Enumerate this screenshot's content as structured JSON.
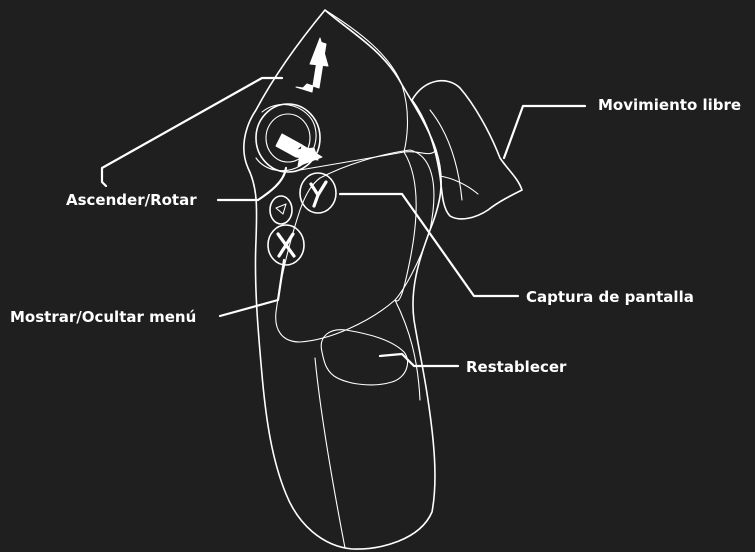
{
  "colors": {
    "background": "#1f1f1f",
    "line": "#ffffff",
    "text": "#ffffff"
  },
  "labels": {
    "free_movement": "Movimiento libre",
    "ascend_rotate": "Ascender/Rotar",
    "screenshot": "Captura de pantalla",
    "show_hide_menu": "Mostrar/Ocultar menú",
    "reset": "Restablecer"
  },
  "buttons": {
    "y": "Y",
    "x": "X"
  },
  "icons": {
    "up_arrow": "arrow-up-icon",
    "right_arrow": "arrow-right-icon",
    "menu": "menu-triangle-icon"
  }
}
